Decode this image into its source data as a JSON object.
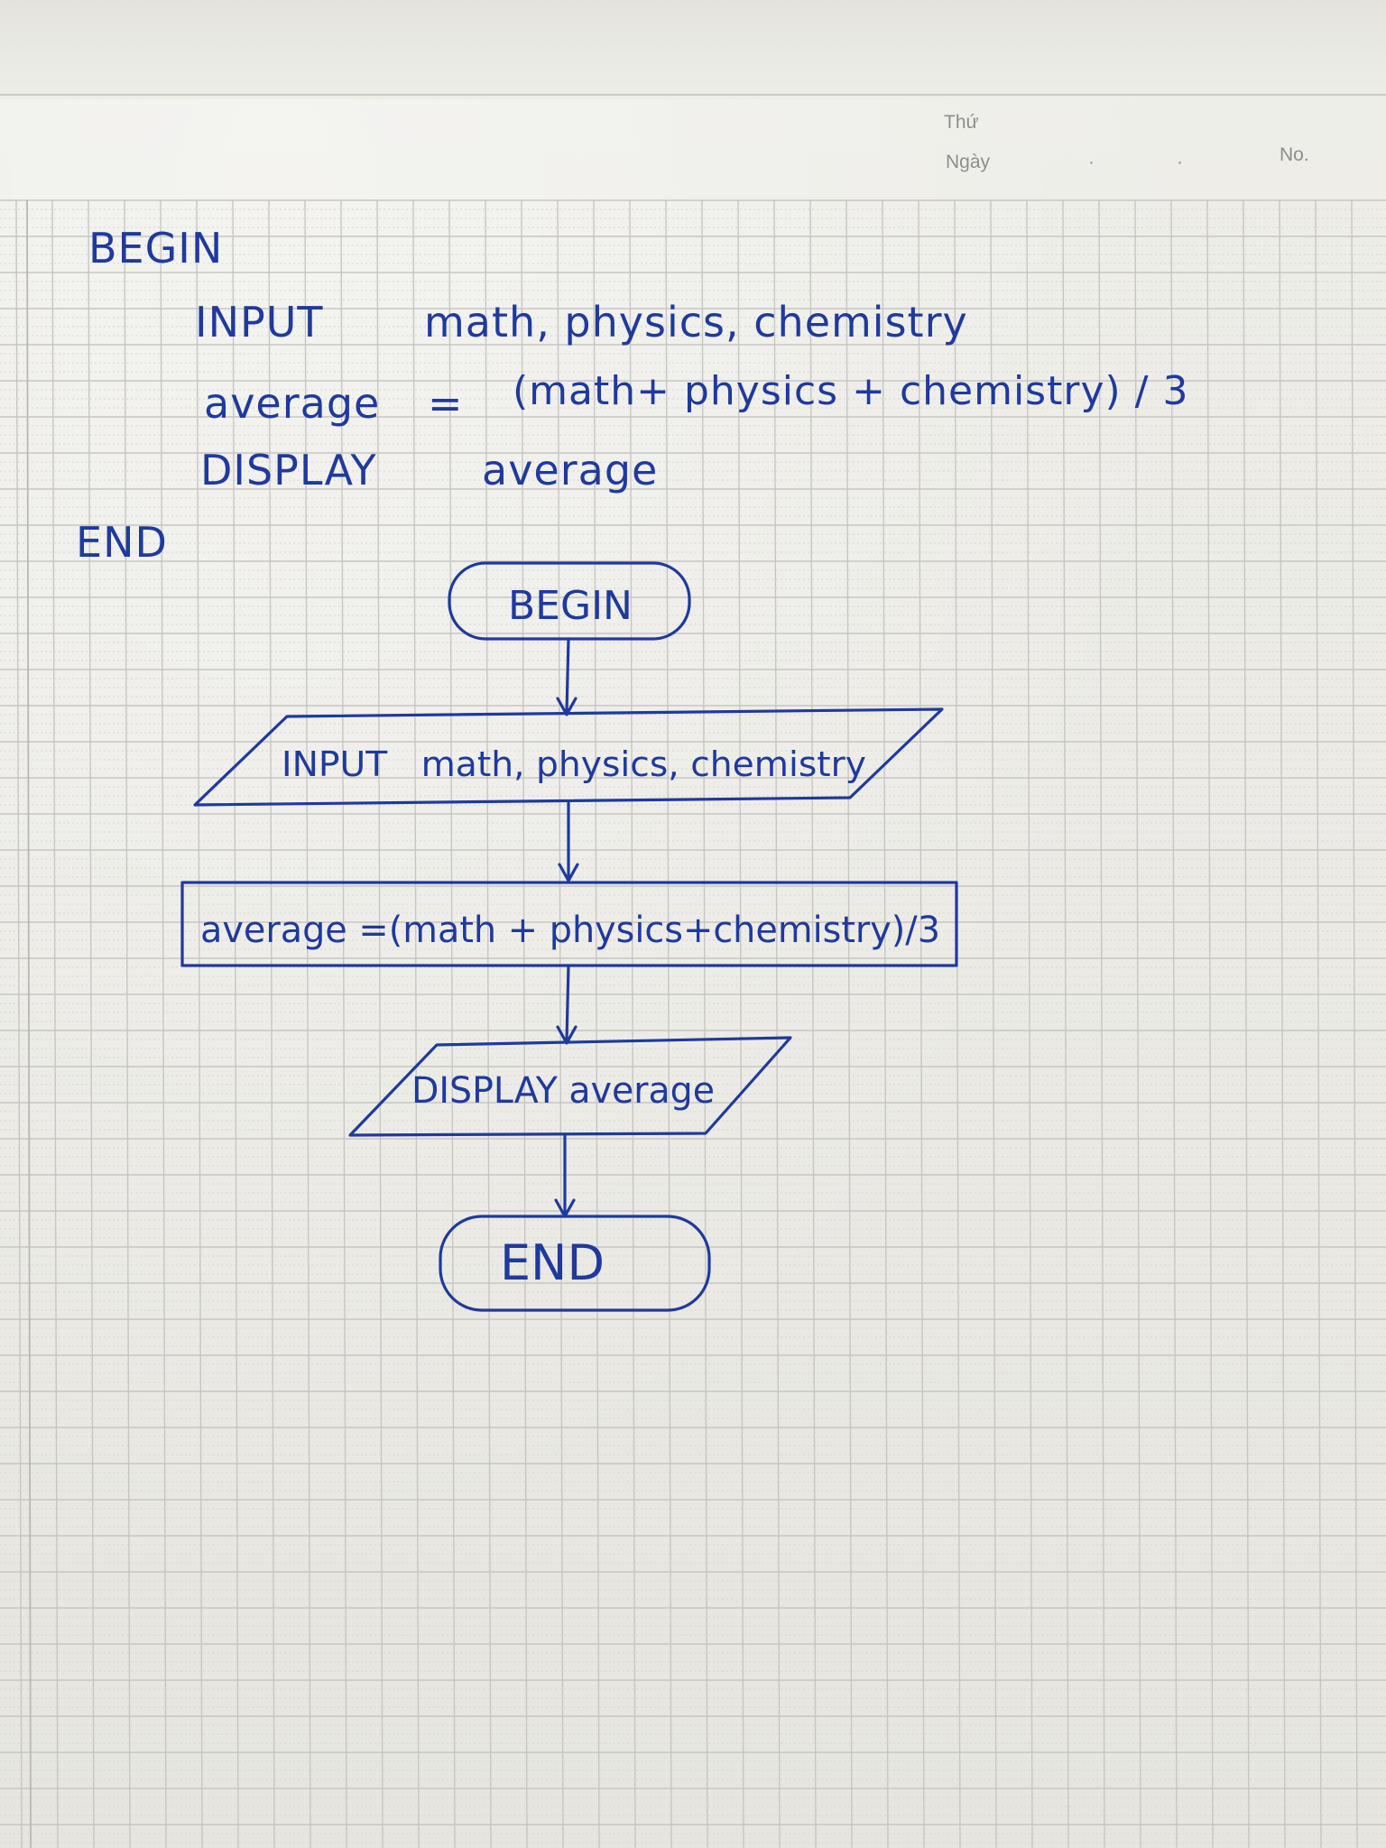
{
  "header": {
    "weekday_label": "Thứ",
    "date_label": "Ngày",
    "number_label": "No."
  },
  "pseudocode": {
    "begin": "BEGIN",
    "input_keyword": "INPUT",
    "input_vars": "math, physics, chemistry",
    "assign_lhs": "average",
    "assign_op": "=",
    "assign_rhs": "(math+ physics + chemistry) / 3",
    "display_keyword": "DISPLAY",
    "display_var": "average",
    "end": "END"
  },
  "flowchart": {
    "start": "BEGIN",
    "input": "INPUT   math, physics, chemistry",
    "process": "average =(math + physics+chemistry)/3",
    "output": "DISPLAY average",
    "stop": "END"
  },
  "colors": {
    "ink": "#1f3a9c",
    "grid": "#c7c6c2",
    "paper": "#ecebe6"
  }
}
